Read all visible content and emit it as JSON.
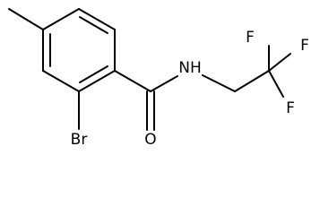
{
  "molecule": {
    "labels": {
      "bromine": "Br",
      "oxygen": "O",
      "nitrogen_h": "NH",
      "fluorine_1": "F",
      "fluorine_2": "F",
      "fluorine_3": "F"
    }
  }
}
